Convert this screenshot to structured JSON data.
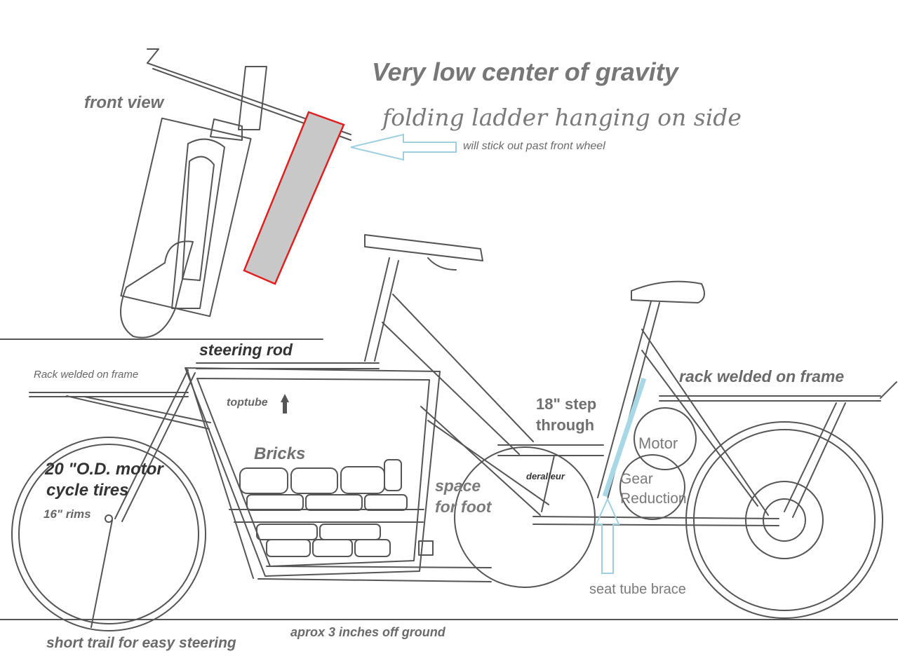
{
  "title": "Very low center of gravity",
  "subtitle": "folding ladder hanging on side",
  "ladder_note": "will stick out past front wheel",
  "labels": {
    "front_view": "front view",
    "steering_rod": "steering rod",
    "rack_front": "Rack welded on frame",
    "rack_rear": "rack welded on frame",
    "toptube": "toptube",
    "bricks": "Bricks",
    "tires_line1": "20 \"O.D.  motor",
    "tires_line2": "cycle tires",
    "rims": "16\" rims",
    "step_line1": "18\" step",
    "step_line2": "through",
    "space_line1": "space",
    "space_line2": "for foot",
    "derailleur": "deralleur",
    "motor": "Motor",
    "gear_line1": "Gear",
    "gear_line2": "Reduction",
    "seat_brace": "seat tube brace",
    "ground_clearance": "aprox 3 inches off ground",
    "trail": "short trail for easy steering"
  },
  "colors": {
    "outline": "#555555",
    "ladder_fill": "#c8c8c8",
    "ladder_border": "#e02020",
    "arrow": "#9fd0e0",
    "seat_brace": "#a8d8e6",
    "text": "#6e6e6e"
  }
}
